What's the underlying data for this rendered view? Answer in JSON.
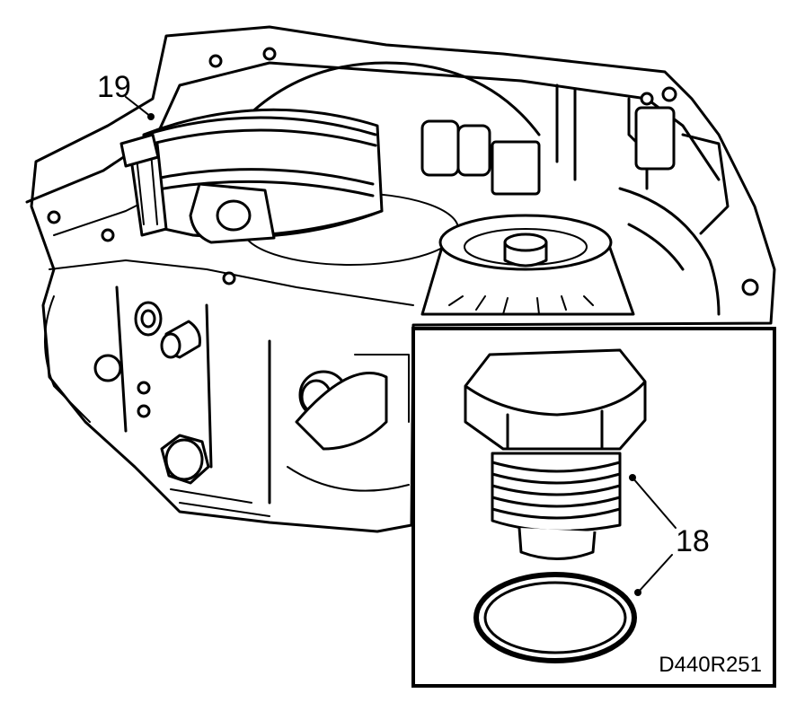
{
  "callouts": {
    "band": "19",
    "plug_and_seal": "18"
  },
  "figure_code": "D440R251"
}
